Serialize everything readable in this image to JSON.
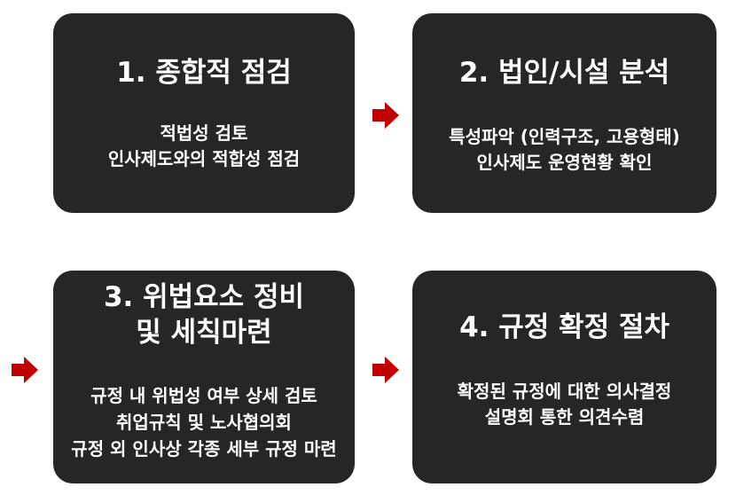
{
  "steps": [
    {
      "title": "1. 종합적 점검",
      "description": "적법성 검토\n인사제도와의 적합성 점검"
    },
    {
      "title": "2. 법인/시설 분석",
      "description": "특성파악 (인력구조, 고용형태)\n인사제도 운영현황 확인"
    },
    {
      "title": "3. 위법요소 정비\n및 세칙마련",
      "description": "규정 내 위법성 여부 상세 검토\n취업규칙 및 노사협의회\n규정 외 인사상 각종 세부 규정 마련"
    },
    {
      "title": "4. 규정 확정 절차",
      "description": "확정된 규정에 대한 의사결정\n설명회 통한 의견수렴"
    }
  ],
  "colors": {
    "box_background": "#262626",
    "text": "#ffffff",
    "arrow": "#c00000"
  },
  "icons": {
    "arrow": "arrow-right-icon"
  }
}
